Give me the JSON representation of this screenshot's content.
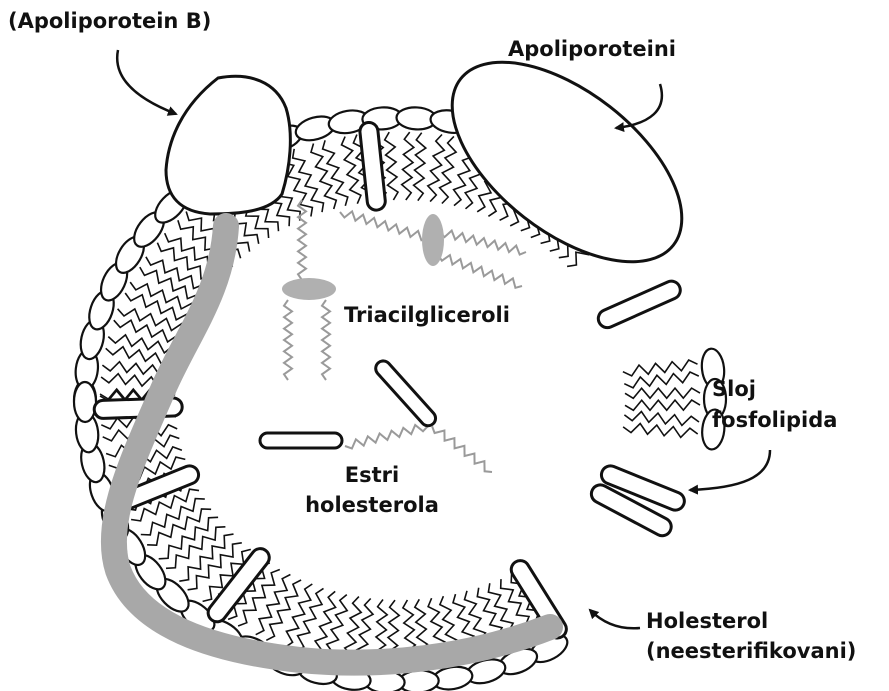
{
  "labels": {
    "apolipoprotein_b": "(Apoliporotein B)",
    "apolipoproteins": "Apoliporoteini",
    "triacylglycerols": "Triacilgliceroli",
    "phospholipid_layer_l1": "Sloj",
    "phospholipid_layer_l2": "fosfolipida",
    "cholesterol_esters_l1": "Estri",
    "cholesterol_esters_l2": "holesterola",
    "free_cholesterol_l1": "Holesterol",
    "free_cholesterol_l2": "(neesterifikovani)"
  },
  "colors": {
    "ink": "#111111",
    "apob_band": "#a8a8a8",
    "core_chain": "#9a9a9a",
    "background": "#ffffff"
  }
}
